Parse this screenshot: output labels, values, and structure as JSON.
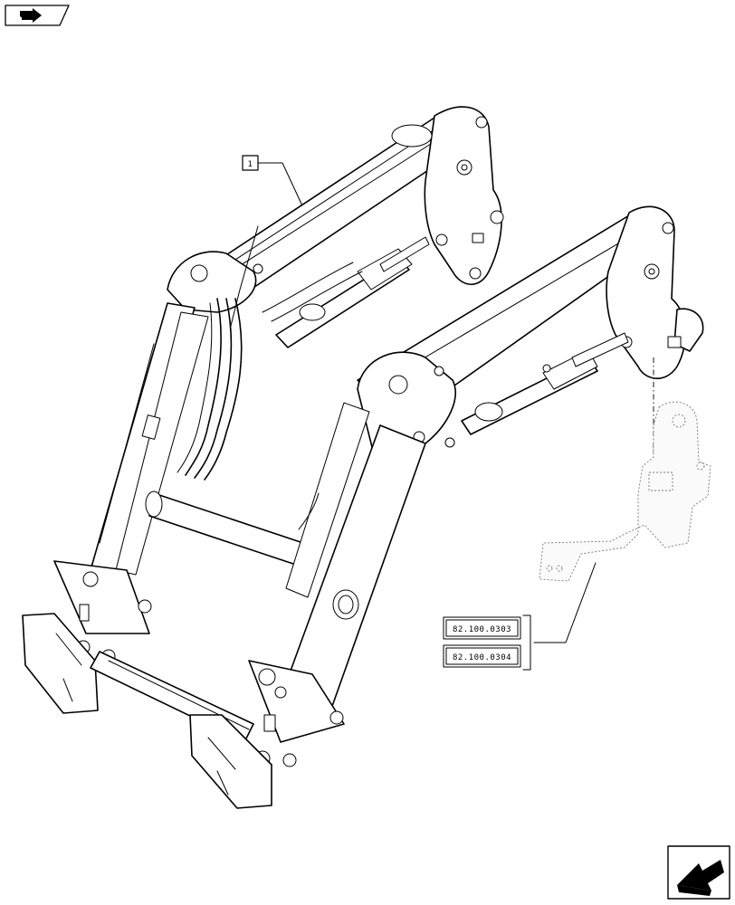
{
  "callouts": [
    {
      "id": "main",
      "text": "1"
    }
  ],
  "references": [
    {
      "text": "82.100.0303"
    },
    {
      "text": "82.100.0304"
    }
  ],
  "icons": {
    "top_left": "book-arrow-icon",
    "bottom_right": "next-page-arrow-icon"
  }
}
